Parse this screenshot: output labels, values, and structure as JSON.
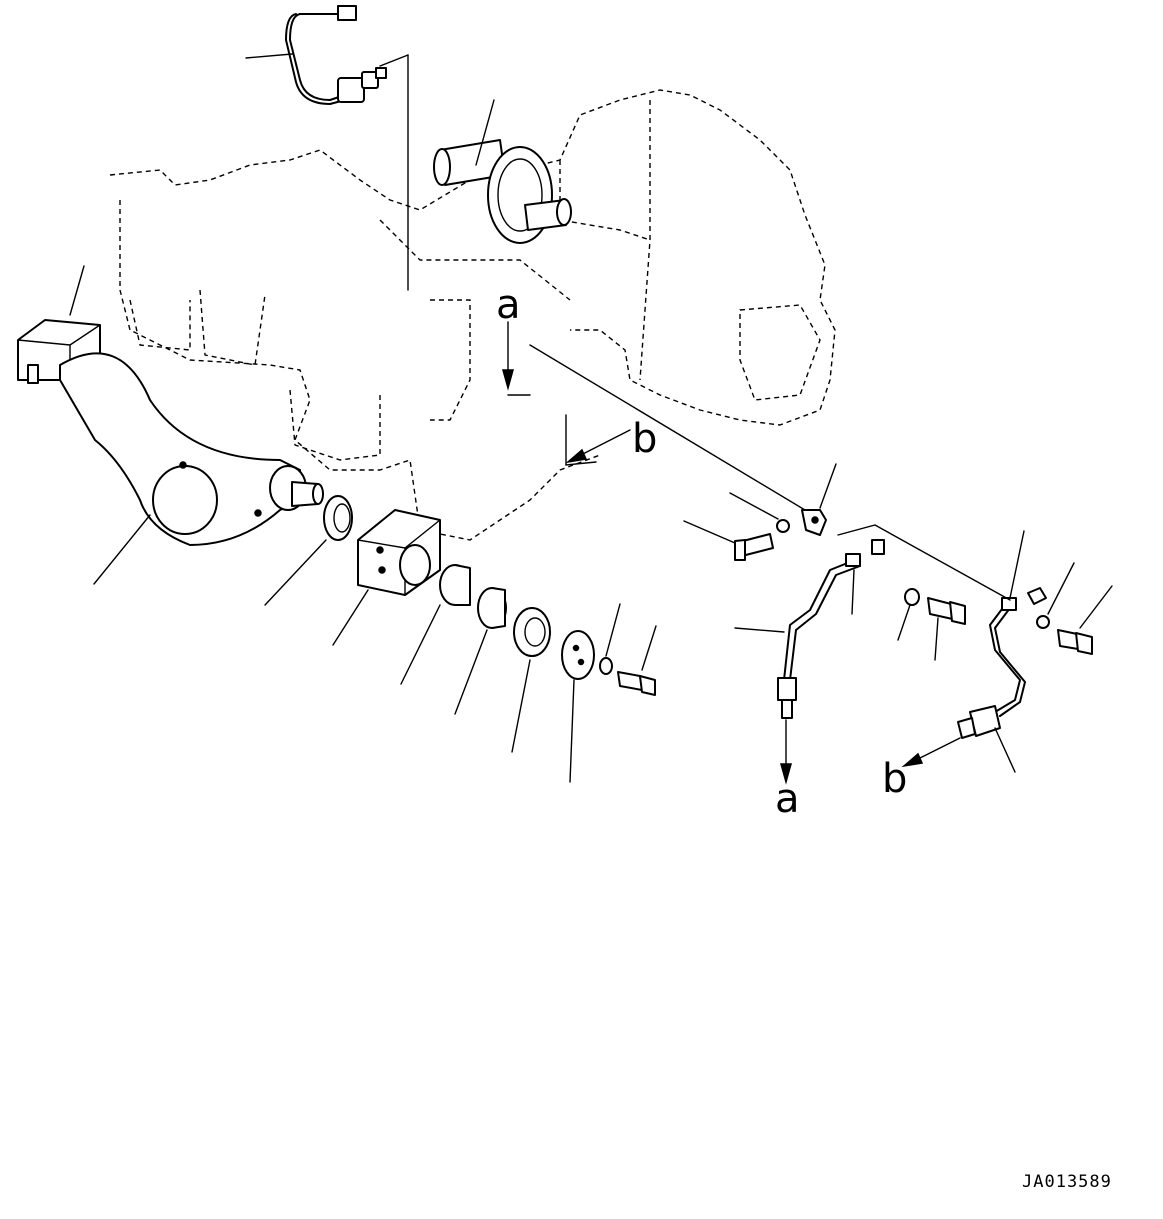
{
  "drawing": {
    "code": "JA013589",
    "reference_letters": [
      "a",
      "b"
    ]
  }
}
